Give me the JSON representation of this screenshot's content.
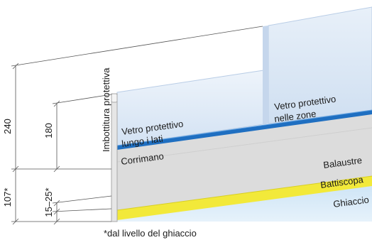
{
  "labels": {
    "glass_side": [
      "Vetro protettivo",
      "lungo i lati"
    ],
    "glass_zone": [
      "Vetro protettivo",
      "nelle zone"
    ],
    "padding": "Imbottitura protettiva",
    "handrail": "Corrimano",
    "balustrade": "Balaustre",
    "skirting": "Battiscopa",
    "ice": "Ghiaccio"
  },
  "dimensions": {
    "d240": "240",
    "d180": "180",
    "d107": "107*",
    "d15": "15–25*"
  },
  "footnote": "*dal livello del ghiaccio",
  "colors": {
    "glass": "#dbe8f6",
    "glass_edge": "#b9cde6",
    "handrail": "#1f6fc1",
    "balustrade": "#dcdcdc",
    "skirting": "#f2e93a",
    "ice": "#d8ebf8",
    "padding": "#e6e6e6"
  }
}
